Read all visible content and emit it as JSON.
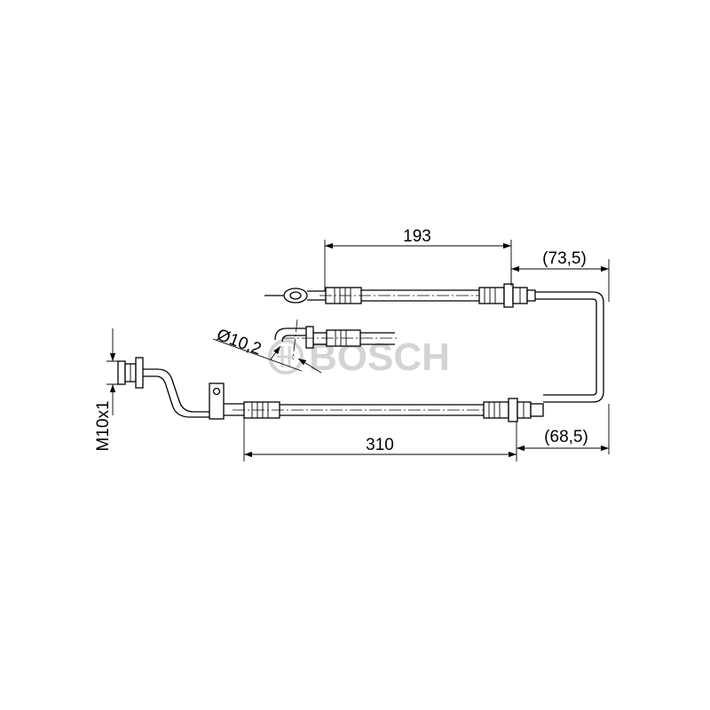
{
  "brand": {
    "watermark": "BOSCH"
  },
  "dimensions": {
    "top_length": "193",
    "top_offset": "(73,5)",
    "bottom_length": "310",
    "bottom_offset": "(68,5)",
    "hose_diameter": "Ø10,2",
    "thread": "M10x1"
  },
  "colors": {
    "line": "#000000",
    "watermark": "#d4d4d4",
    "background": "#ffffff"
  }
}
